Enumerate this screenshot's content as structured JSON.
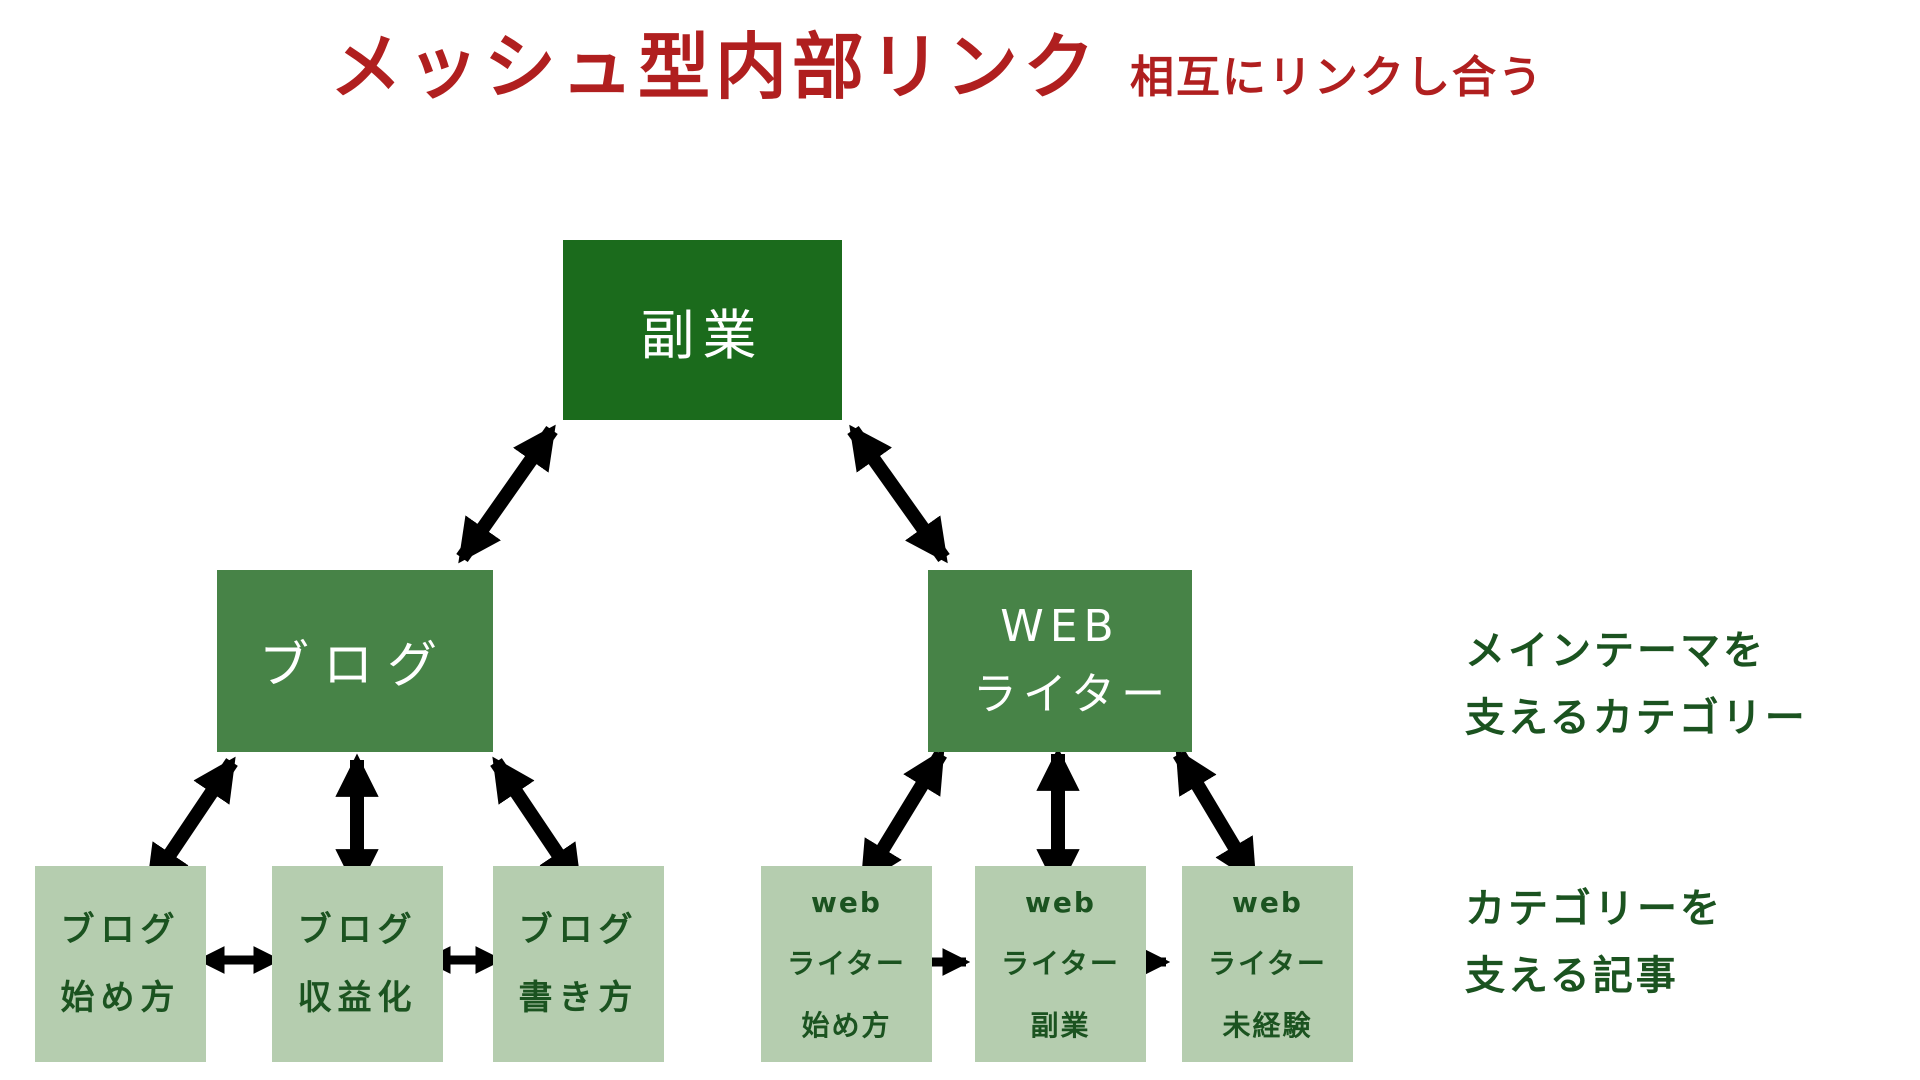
{
  "title": {
    "main": "メッシュ型内部リンク",
    "sub": "相互にリンクし合う"
  },
  "colors": {
    "title_red": "#b01f1f",
    "dark_green": "#1b6b1c",
    "mid_green": "#478347",
    "light_green": "#b5cdaf",
    "text_green": "#1b5320",
    "arrow_black": "#000000"
  },
  "nodes": {
    "root": {
      "label": "副業"
    },
    "categories": [
      {
        "id": "blog",
        "lines": [
          "ブログ"
        ]
      },
      {
        "id": "writer",
        "lines": [
          "WEB",
          "ライター"
        ]
      }
    ],
    "articles_left": [
      {
        "lines": [
          "ブログ",
          "始め方"
        ]
      },
      {
        "lines": [
          "ブログ",
          "収益化"
        ]
      },
      {
        "lines": [
          "ブログ",
          "書き方"
        ]
      }
    ],
    "articles_right": [
      {
        "lines": [
          "web",
          "ライター",
          "始め方"
        ]
      },
      {
        "lines": [
          "web",
          "ライター",
          "副業"
        ]
      },
      {
        "lines": [
          "web",
          "ライター",
          "未経験"
        ]
      }
    ]
  },
  "annotations": [
    {
      "lines": [
        "メインテーマを",
        "支えるカテゴリー"
      ]
    },
    {
      "lines": [
        "カテゴリーを",
        "支える記事"
      ]
    }
  ]
}
